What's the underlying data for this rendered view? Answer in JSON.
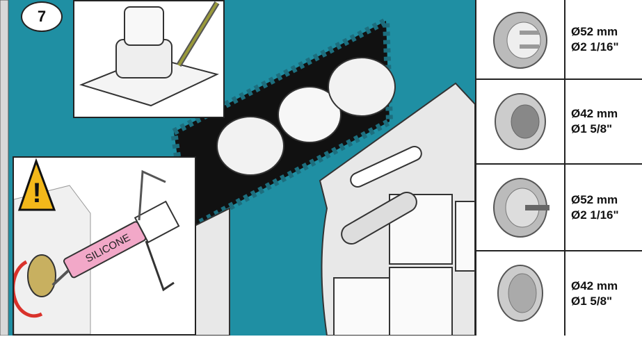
{
  "step": {
    "number": "7"
  },
  "warning": {
    "label": "SILICONE",
    "icon": "warning-triangle-icon"
  },
  "colors": {
    "wall": "#1f8fa3",
    "warning": "#f3b81a",
    "cartridge": "#f2a8c8",
    "arrow": "#d9322b"
  },
  "parts": [
    {
      "metric": "Ø52 mm",
      "imperial": "Ø2 1/16\""
    },
    {
      "metric": "Ø42 mm",
      "imperial": "Ø1 5/8\""
    },
    {
      "metric": "Ø52 mm",
      "imperial": "Ø2 1/16\""
    },
    {
      "metric": "Ø42 mm",
      "imperial": "Ø1 5/8\""
    }
  ]
}
